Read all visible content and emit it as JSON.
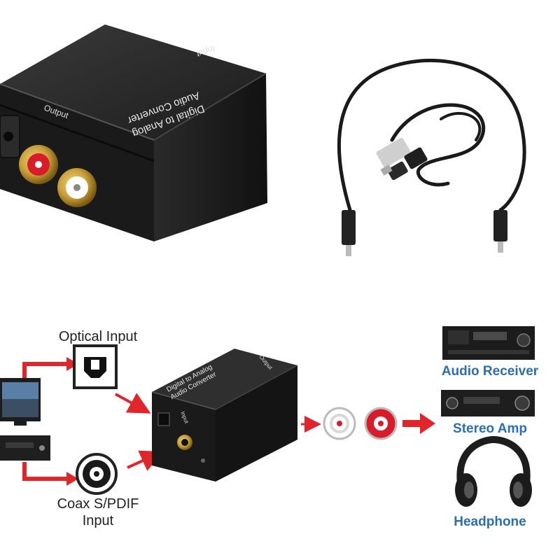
{
  "product_photo": {
    "converter_top_text_line1": "Digital to Analog",
    "converter_top_text_line2": "Audio Converter",
    "converter_top_input": "Input",
    "converter_front_label": "Output"
  },
  "diagram": {
    "sources": {
      "optical_label": "Optical Input",
      "coax_label_line1": "Coax S/PDIF",
      "coax_label_line2": "Input"
    },
    "converter": {
      "text_line1": "Digital to Analog",
      "text_line2": "Audio Converter",
      "input_label": "Input",
      "output_label": "Output"
    },
    "outputs": [
      {
        "label": "Audio Receiver",
        "icon": "audio-receiver-icon"
      },
      {
        "label": "Stereo Amp",
        "icon": "stereo-amp-icon"
      },
      {
        "label": "Headphone",
        "icon": "headphone-icon"
      }
    ]
  },
  "colors": {
    "arrow_red": "#e0262b",
    "label_blue": "#2a6fb5",
    "device_black": "#1b1b1b",
    "rca_red": "#d81c2a",
    "gold": "#c9a03a"
  }
}
